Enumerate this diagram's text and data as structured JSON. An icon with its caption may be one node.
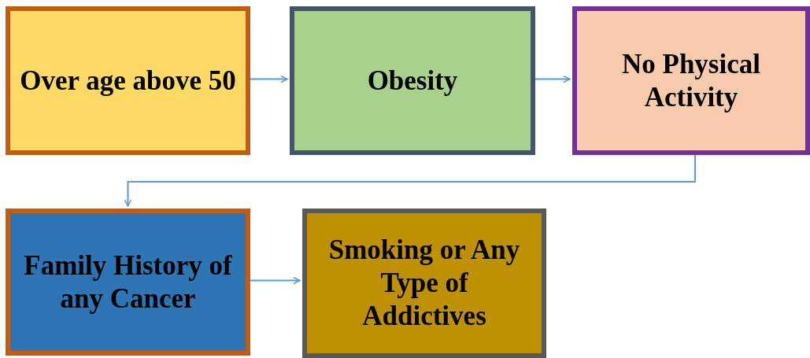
{
  "diagram": {
    "nodes": [
      {
        "text": [
          "Over age above 50"
        ]
      },
      {
        "text": [
          "Obesity"
        ]
      },
      {
        "text": [
          "No Physical Activity"
        ]
      },
      {
        "text": [
          "Family History of any Cancer"
        ]
      },
      {
        "text": [
          "Smoking or Any Type of Addictives"
        ]
      }
    ],
    "edges": [
      {
        "from": 0,
        "to": 1,
        "arrow": "to"
      },
      {
        "from": 1,
        "to": 2,
        "arrow": "to"
      },
      {
        "from": 2,
        "to": 3,
        "arrow": "to"
      },
      {
        "from": 3,
        "to": 4,
        "arrow": "to"
      }
    ]
  }
}
